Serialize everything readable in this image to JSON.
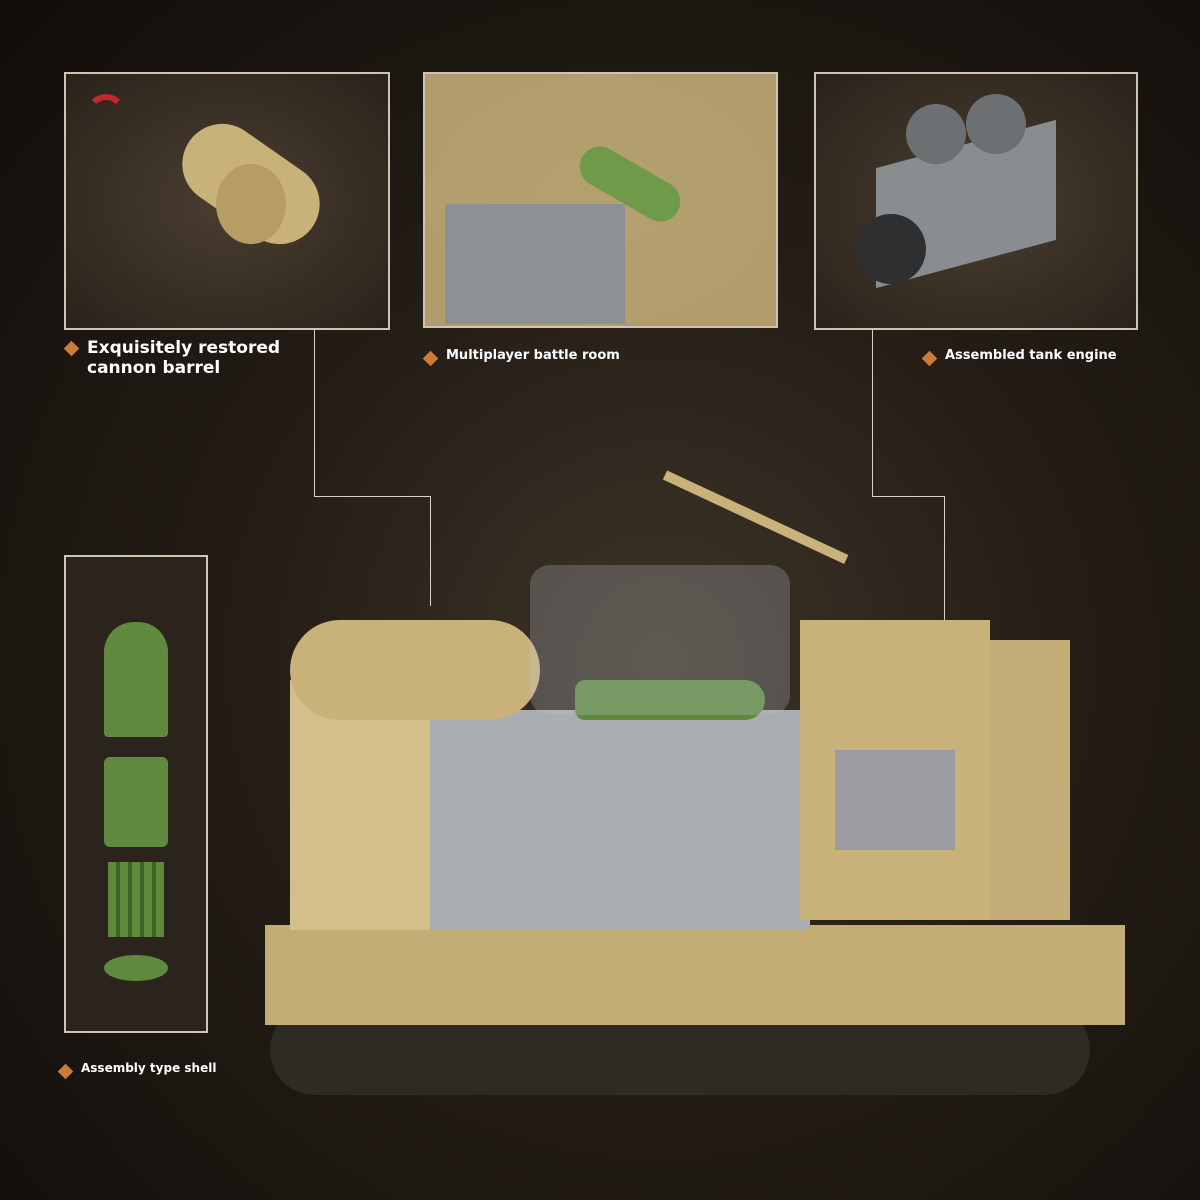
{
  "features": [
    {
      "label": "Exquisitely restored cannon barrel",
      "line1": "Exquisitely restored",
      "line2": "cannon barrel"
    },
    {
      "label": "Multiplayer battle room"
    },
    {
      "label": "Assembled tank engine"
    },
    {
      "label": "Assembly type shell"
    }
  ],
  "colors": {
    "accent": "#c97b37",
    "frame": "#cfc4b4",
    "tan": "#c8b27a",
    "green": "#5f8a3e"
  }
}
